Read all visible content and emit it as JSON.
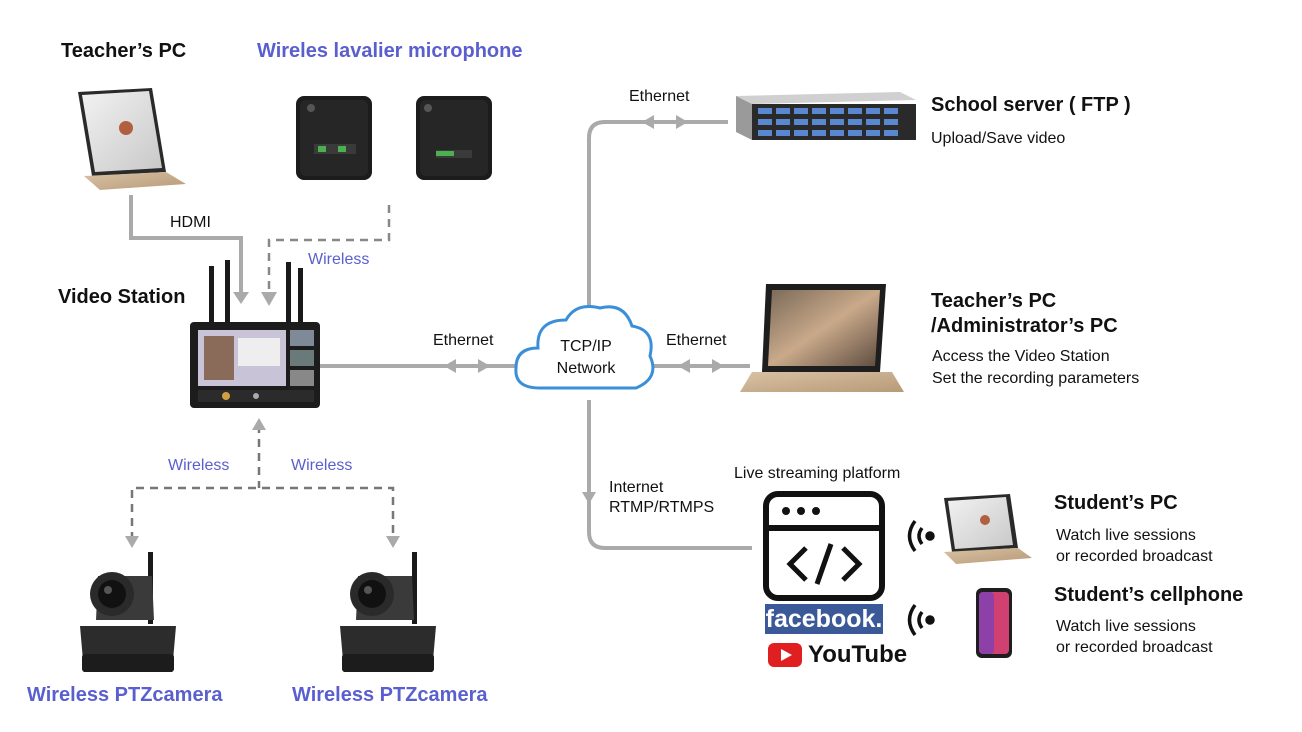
{
  "labels": {
    "teacher_pc_top": "Teacher’s PC",
    "mic": "Wireles lavalier microphone",
    "video_station": "Video Station",
    "ptz_left": "Wireless PTZcamera",
    "ptz_right": "Wireless PTZcamera",
    "school_server": "School server ( FTP )",
    "school_server_sub": "Upload/Save video",
    "admin_pc_line1": "Teacher’s PC",
    "admin_pc_line2": "/Administrator’s PC",
    "admin_pc_sub1": "Access the Video Station",
    "admin_pc_sub2": "Set the recording parameters",
    "live_platform": "Live streaming platform",
    "student_pc": "Student’s PC",
    "student_pc_sub1": "Watch live sessions",
    "student_pc_sub2": "or recorded broadcast",
    "student_phone": "Student’s cellphone",
    "student_phone_sub1": "Watch live sessions",
    "student_phone_sub2": "or recorded broadcast"
  },
  "connections": {
    "hdmi": "HDMI",
    "wireless_mic": "Wireless",
    "wireless_left": "Wireless",
    "wireless_right": "Wireless",
    "ethernet_server": "Ethernet",
    "ethernet_station": "Ethernet",
    "ethernet_admin": "Ethernet",
    "internet_line1": "Internet",
    "internet_line2": "RTMP/RTMPS"
  },
  "cloud": {
    "line1": "TCP/IP",
    "line2": "Network"
  },
  "brands": {
    "facebook": "facebook.",
    "youtube": "YouTube"
  },
  "colors": {
    "accent_blue": "#5a5fd0",
    "line_gray": "#aaaaaa",
    "cloud_blue": "#3a8fd8",
    "facebook_blue": "#3b5998",
    "youtube_red": "#e02020"
  }
}
